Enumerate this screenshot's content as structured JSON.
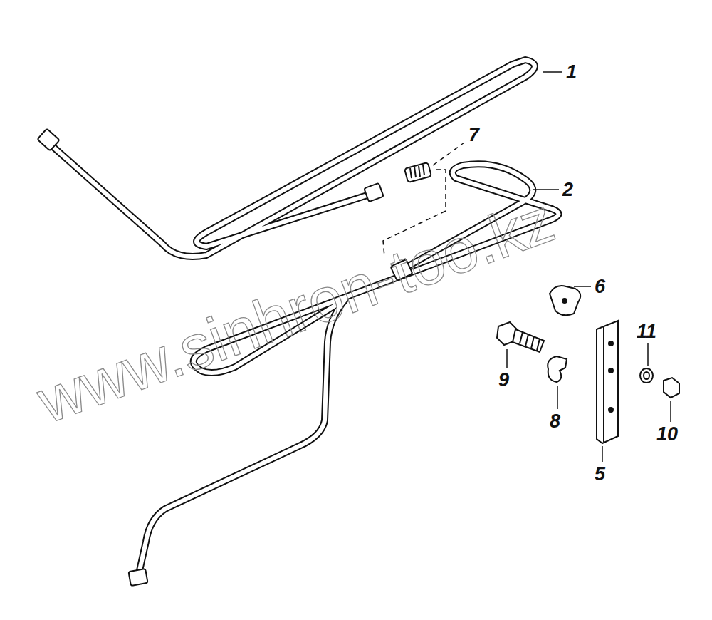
{
  "diagram": {
    "labels": [
      "1",
      "7",
      "2",
      "6",
      "11",
      "9",
      "8",
      "10",
      "5",
      "www.sinhron-too.kz"
    ]
  }
}
